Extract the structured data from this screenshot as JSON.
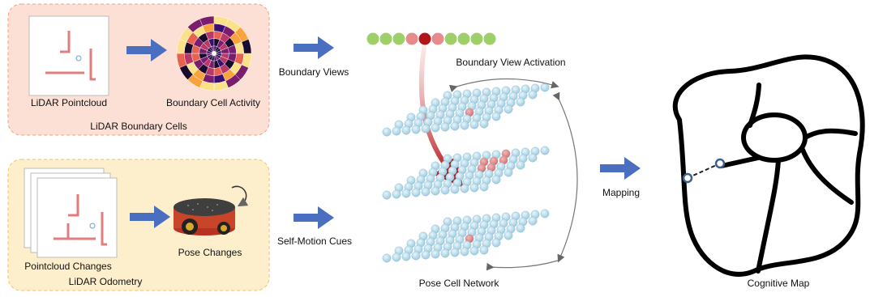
{
  "panels": {
    "boundary": {
      "title": "LiDAR Boundary Cells",
      "pointcloud_label": "LiDAR Pointcloud",
      "activity_label": "Boundary Cell Activity",
      "fill": "#fde0d5",
      "border": "#f0a080"
    },
    "odometry": {
      "title": "LiDAR Odometry",
      "pointcloud_label": "Pointcloud Changes",
      "pose_label": "Pose Changes",
      "fill": "#fdefcb",
      "border": "#f2c26c"
    }
  },
  "arrows": {
    "boundary_views": "Boundary Views",
    "self_motion": "Self-Motion Cues",
    "mapping": "Mapping",
    "color": "#4a6fc0"
  },
  "network": {
    "view_activation_label": "Boundary View Activation",
    "view_cells": [
      "green",
      "green",
      "green",
      "pink",
      "red",
      "pink",
      "green",
      "green",
      "green",
      "green"
    ],
    "pose_network_label": "Pose Cell Network",
    "cell_color": "#b9dcea",
    "active_color": "#e58b8b"
  },
  "map": {
    "label": "Cognitive Map"
  }
}
